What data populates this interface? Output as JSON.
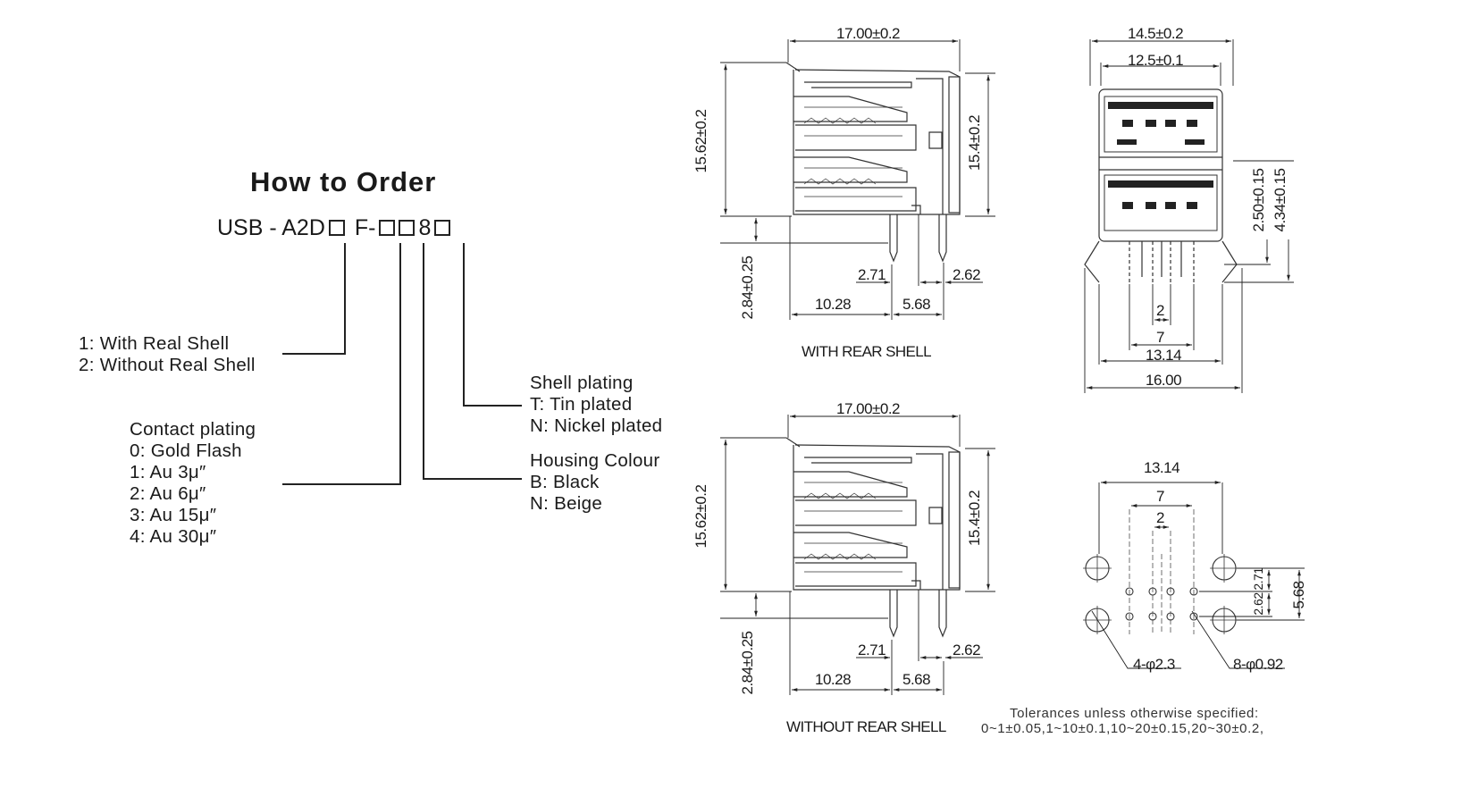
{
  "order": {
    "title": "How to Order",
    "code_prefix": "USB - A2D",
    "code_mid": "F-",
    "code_eight": "8",
    "shell_type": [
      "1: With Real Shell",
      "2: Without Real Shell"
    ],
    "contact_plating": [
      "Contact plating",
      "0: Gold Flash",
      "1: Au 3μ″",
      "2: Au 6μ″",
      "3: Au 15μ″",
      "4: Au 30μ″"
    ],
    "housing_colour": [
      "Housing Colour",
      "B: Black",
      "N: Beige"
    ],
    "shell_plating": [
      "Shell plating",
      "T: Tin plated",
      "N: Nickel plated"
    ]
  },
  "side_view_top": {
    "caption": "WITH REAR SHELL",
    "width": "17.00±0.2",
    "height_left": "15.62±0.2",
    "height_right": "15.4±0.2",
    "pin_height": "2.84±0.25",
    "d_271": "2.71",
    "d_262": "2.62",
    "d_1028": "10.28",
    "d_568": "5.68"
  },
  "side_view_bottom": {
    "caption": "WITHOUT REAR SHELL",
    "width": "17.00±0.2",
    "height_left": "15.62±0.2",
    "height_right": "15.4±0.2",
    "pin_height": "2.84±0.25",
    "d_271": "2.71",
    "d_262": "2.62",
    "d_1028": "10.28",
    "d_568": "5.68"
  },
  "front_view": {
    "outer_width": "14.5±0.2",
    "inner_width": "12.5±0.1",
    "h250": "2.50±0.15",
    "h434": "4.34±0.15",
    "p2": "2",
    "p7": "7",
    "p1314": "13.14",
    "p1600": "16.00"
  },
  "footprint": {
    "w1314": "13.14",
    "w7": "7",
    "w2": "2",
    "v271": "2.71",
    "v262": "2.62",
    "v568": "5.68",
    "holes_large": "4-φ2.3",
    "holes_small": "8-φ0.92"
  },
  "tolerance": {
    "line1": "Tolerances unless otherwise specified:",
    "line2": "0~1±0.05,1~10±0.1,10~20±0.15,20~30±0.2,"
  }
}
